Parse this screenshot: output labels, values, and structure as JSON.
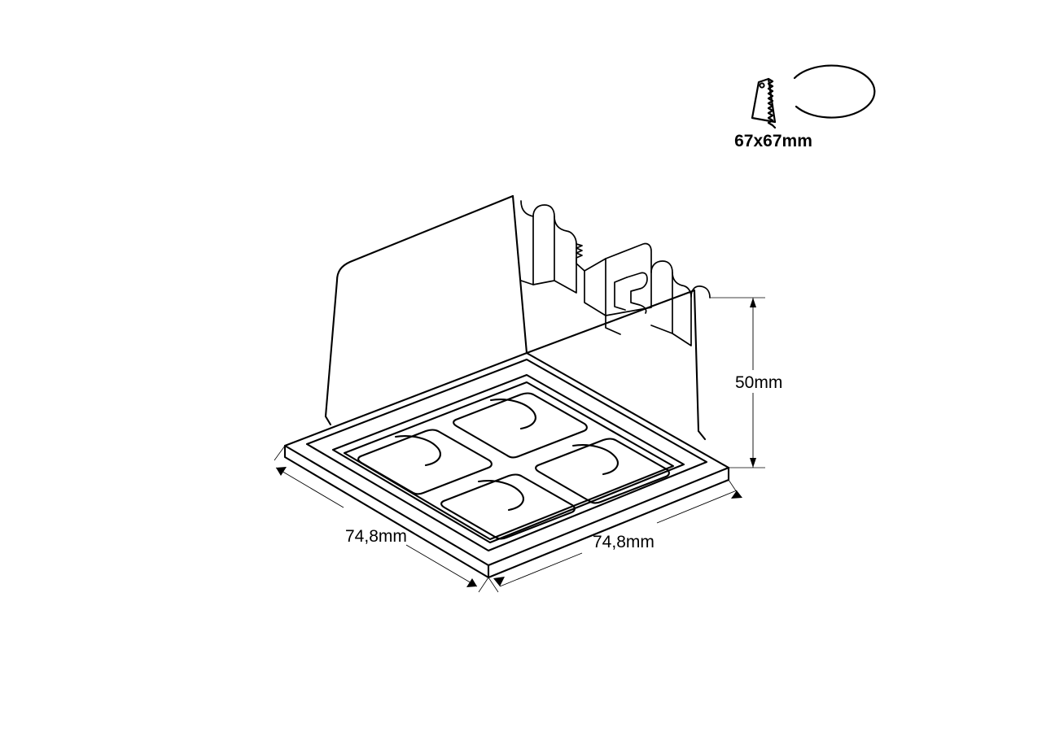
{
  "document": {
    "type": "technical-dimension-drawing",
    "subject": "Square recessed downlight with 4 LED cells and spring clips",
    "background_color": "#ffffff",
    "line_color": "#000000"
  },
  "cutout_badge": {
    "icon_name": "cutout-saw-icon",
    "label": "67x67mm"
  },
  "dimensions": {
    "height": {
      "label": "50mm",
      "orientation": "vertical",
      "position": "right"
    },
    "width_left": {
      "label": "74,8mm",
      "orientation": "diagonal",
      "position": "front-left"
    },
    "width_right": {
      "label": "74,8mm",
      "orientation": "diagonal",
      "position": "front-right"
    }
  },
  "product": {
    "bezel": {
      "cells": 4,
      "arrangement": "2x2",
      "reflector_shape": "dome"
    },
    "housing": {
      "shape": "square-box"
    },
    "spring_clips": {
      "count": 2,
      "position": "rear-right"
    }
  }
}
